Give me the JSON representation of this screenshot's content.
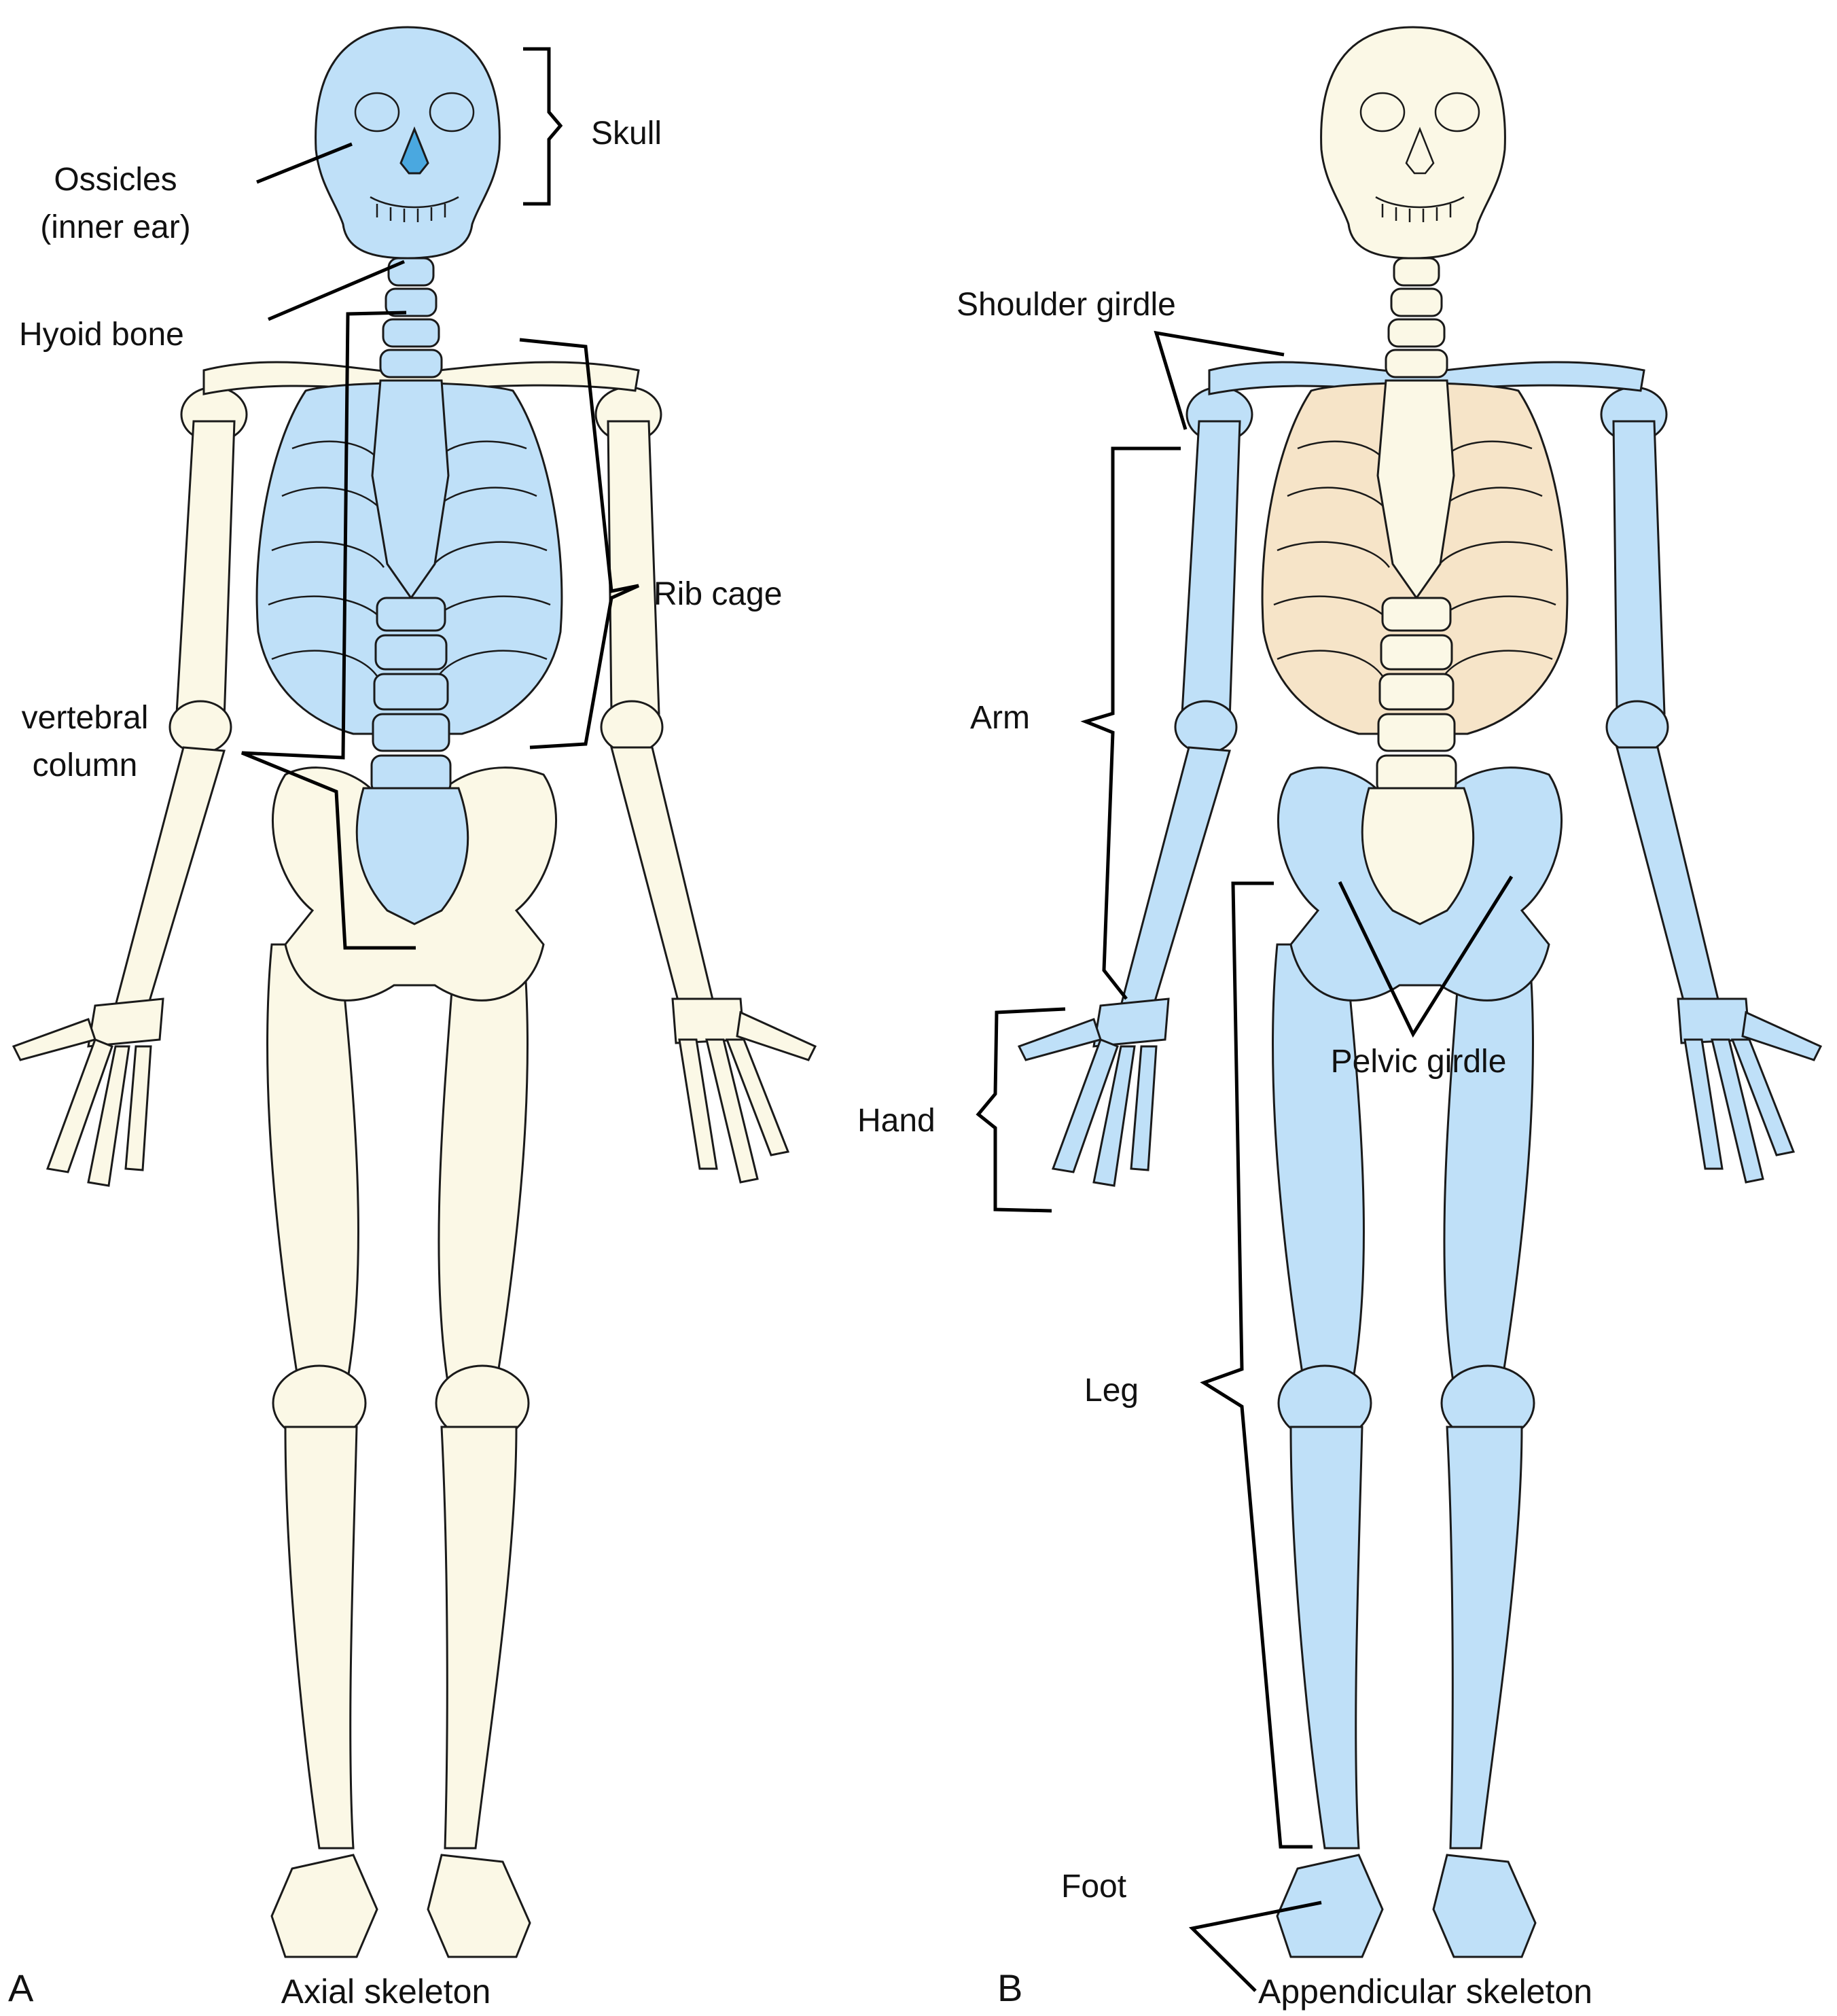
{
  "colors": {
    "axial_highlight": "#bfe0f8",
    "bone_base": "#fbf8e6",
    "nasal_highlight": "#4aa8e0",
    "rib_tint": "#f6e4c8",
    "outline": "#1a1a1a",
    "background": "#ffffff"
  },
  "panels": [
    {
      "letter": "A",
      "caption": "Axial skeleton",
      "labels": {
        "skull": "Skull",
        "ossicles_line1": "Ossicles",
        "ossicles_line2": "(inner ear)",
        "hyoid": "Hyoid bone",
        "rib_cage": "Rib cage",
        "vertebral_line1": "vertebral",
        "vertebral_line2": "column"
      }
    },
    {
      "letter": "B",
      "caption": "Appendicular skeleton",
      "labels": {
        "shoulder_girdle": "Shoulder girdle",
        "arm": "Arm",
        "hand": "Hand",
        "pelvic_girdle": "Pelvic girdle",
        "leg": "Leg",
        "foot": "Foot"
      }
    }
  ]
}
